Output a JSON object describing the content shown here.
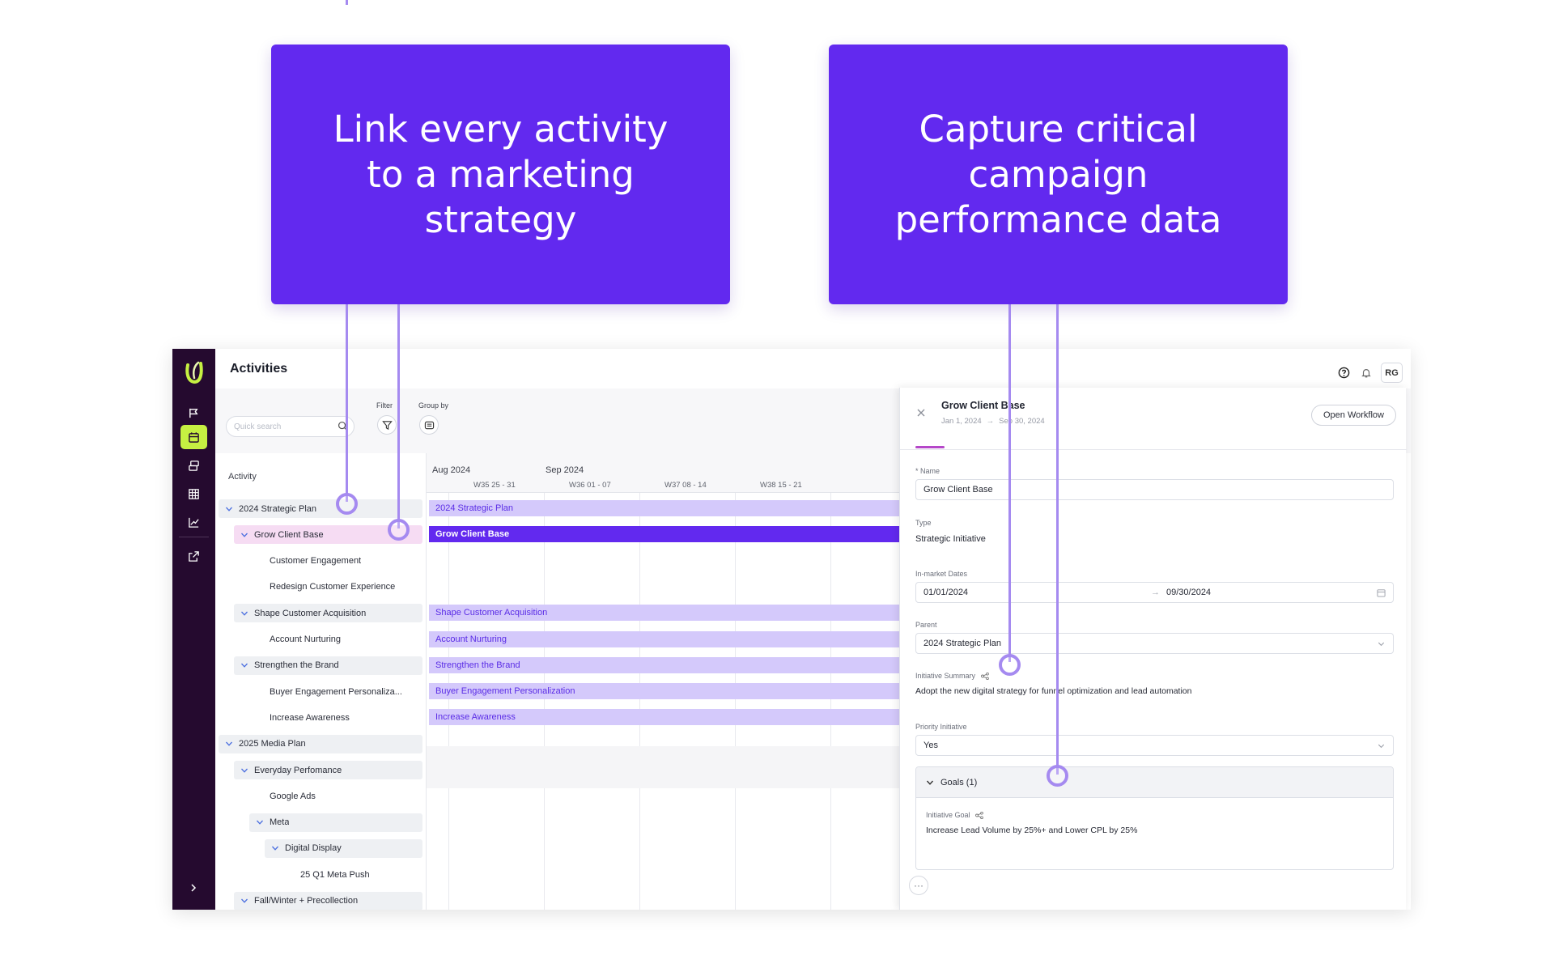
{
  "callouts": {
    "left": "Link every activity to a marketing strategy",
    "right": "Capture critical campaign performance data"
  },
  "app": {
    "page_title": "Activities",
    "user_initials": "RG",
    "rail_icons": [
      "flag-icon",
      "calendar-icon",
      "stack-icon",
      "table-icon",
      "chart-icon",
      "external-link-icon"
    ],
    "active_rail": "calendar-icon"
  },
  "toolbar": {
    "search_placeholder": "Quick search",
    "filter_label": "Filter",
    "group_by_label": "Group by"
  },
  "activity_list": {
    "header": "Activity",
    "rows": [
      {
        "label": "2024 Strategic Plan",
        "level": 0,
        "expandable": true,
        "group": true
      },
      {
        "label": "Grow Client Base",
        "level": 1,
        "expandable": true,
        "selected": true
      },
      {
        "label": "Customer Engagement",
        "level": 2,
        "expandable": false
      },
      {
        "label": "Redesign Customer Experience",
        "level": 2,
        "expandable": false
      },
      {
        "label": "Shape Customer Acquisition",
        "level": 1,
        "expandable": true,
        "group": true
      },
      {
        "label": "Account Nurturing",
        "level": 2,
        "expandable": false
      },
      {
        "label": "Strengthen the Brand",
        "level": 1,
        "expandable": true,
        "group": true
      },
      {
        "label": "Buyer Engagement Personaliza...",
        "level": 2,
        "expandable": false
      },
      {
        "label": "Increase Awareness",
        "level": 2,
        "expandable": false
      },
      {
        "label": "2025 Media Plan",
        "level": 0,
        "expandable": true,
        "group": true
      },
      {
        "label": "Everyday Perfomance",
        "level": 1,
        "expandable": true,
        "group": true
      },
      {
        "label": "Google Ads",
        "level": 2,
        "expandable": false
      },
      {
        "label": "Meta",
        "level": 2,
        "expandable": true,
        "group": true
      },
      {
        "label": "Digital Display",
        "level": 3,
        "expandable": true,
        "group": true
      },
      {
        "label": "25 Q1 Meta Push",
        "level": 4,
        "expandable": false
      },
      {
        "label": "Fall/Winter + Precollection",
        "level": 1,
        "expandable": true,
        "group": true
      }
    ]
  },
  "gantt": {
    "months": [
      "Aug 2024",
      "Sep 2024"
    ],
    "weeks": [
      "W35 25 - 31",
      "W36 01 - 07",
      "W37 08 - 14",
      "W38 15 - 21"
    ],
    "bars": [
      {
        "row": 0,
        "label": "2024 Strategic Plan",
        "selected": false
      },
      {
        "row": 1,
        "label": "Grow Client Base",
        "selected": true
      },
      {
        "row": 4,
        "label": "Shape Customer Acquisition",
        "selected": false
      },
      {
        "row": 5,
        "label": "Account Nurturing",
        "selected": false
      },
      {
        "row": 6,
        "label": "Strengthen the Brand",
        "selected": false
      },
      {
        "row": 7,
        "label": "Buyer Engagement Personalization",
        "selected": false
      },
      {
        "row": 8,
        "label": "Increase Awareness",
        "selected": false
      }
    ]
  },
  "details": {
    "title": "Grow Client Base",
    "start_date": "Jan 1, 2024",
    "end_date": "Sep 30, 2024",
    "open_workflow": "Open Workflow",
    "name_label": "* Name",
    "name_value": "Grow Client Base",
    "type_label": "Type",
    "type_value": "Strategic Initiative",
    "dates_label": "In-market Dates",
    "dates_start": "01/01/2024",
    "dates_end": "09/30/2024",
    "parent_label": "Parent",
    "parent_value": "2024 Strategic Plan",
    "summary_label": "Initiative Summary",
    "summary_value": "Adopt the new digital strategy for funnel optimization and lead automation",
    "priority_label": "Priority Initiative",
    "priority_value": "Yes",
    "goals_header": "Goals (1)",
    "goal_label": "Initiative Goal",
    "goal_value": "Increase Lead Volume by 25%+ and Lower CPL by 25%",
    "more": "···"
  },
  "colors": {
    "accent": "#6229ef",
    "bar_light": "#d4c9fb",
    "rail": "#250a2f",
    "rail_active": "#c6f042",
    "connector": "#a58af0"
  }
}
